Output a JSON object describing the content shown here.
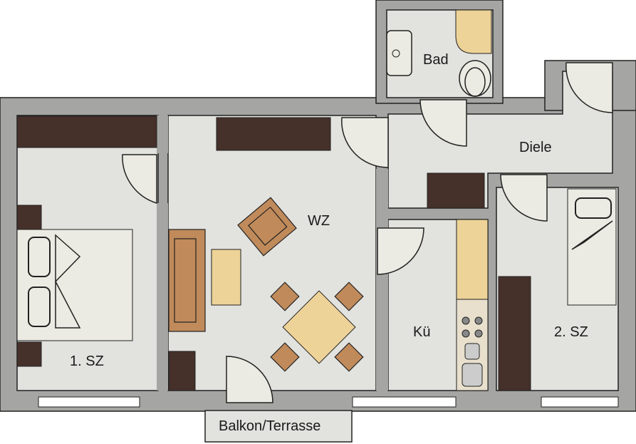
{
  "rooms": {
    "bad": "Bad",
    "diele": "Diele",
    "wz": "WZ",
    "sz1": "1. SZ",
    "kue": "Kü",
    "sz2": "2. SZ",
    "balkon": "Balkon/Terrasse"
  },
  "colors": {
    "wall": "#a5a5a3",
    "floor": "#e2e2de",
    "furniture_dark": "#45302a",
    "furniture_tan": "#edd397",
    "furniture_brown": "#c08a5a"
  }
}
